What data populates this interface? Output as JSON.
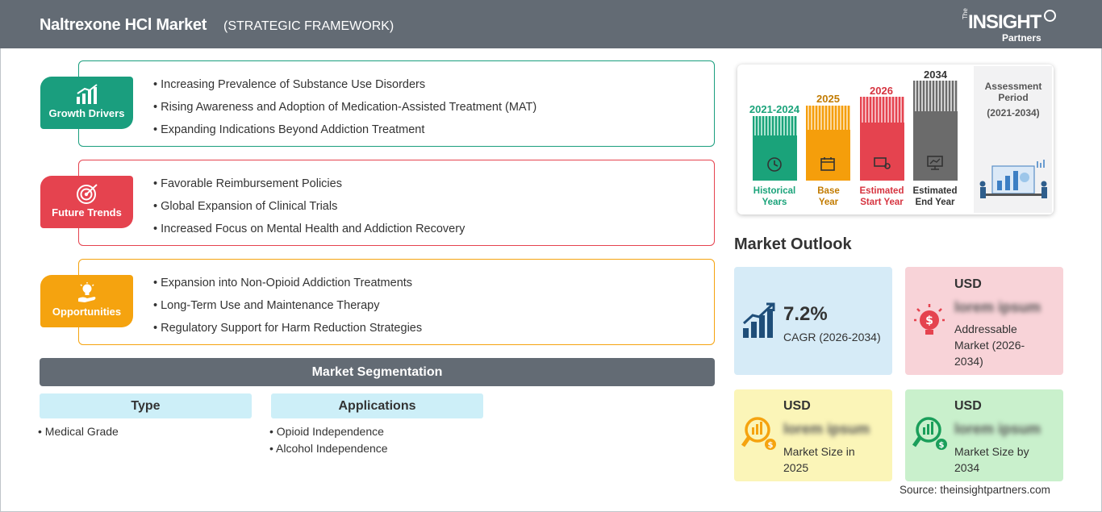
{
  "header": {
    "title": "Naltrexone HCl Market",
    "subtitle": "(STRATEGIC FRAMEWORK)",
    "logo_the": "The",
    "logo_main": "INSIGHT",
    "logo_partners": "Partners"
  },
  "drivers": [
    {
      "label": "Growth Drivers",
      "icon": "bar-growth-icon",
      "color": "#1a9e7e",
      "items": [
        "Increasing Prevalence of Substance Use Disorders",
        "Rising Awareness and Adoption of Medication-Assisted Treatment (MAT)",
        "Expanding Indications Beyond Addiction Treatment"
      ]
    },
    {
      "label": "Future Trends",
      "icon": "target-icon",
      "color": "#e5434f",
      "items": [
        "Favorable Reimbursement Policies",
        "Global Expansion of Clinical Trials",
        "Increased Focus on Mental Health and Addiction Recovery"
      ]
    },
    {
      "label": "Opportunities",
      "icon": "lightbulb-hand-icon",
      "color": "#f5a30f",
      "items": [
        "Expansion into Non-Opioid Addiction Treatments",
        "Long-Term Use and Maintenance Therapy",
        "Regulatory Support for Harm Reduction Strategies"
      ]
    }
  ],
  "segmentation": {
    "title": "Market Segmentation",
    "columns": [
      {
        "head": "Type",
        "items": [
          "Medical Grade"
        ]
      },
      {
        "head": "Applications",
        "items": [
          "Opioid Independence",
          "Alcohol Independence"
        ]
      }
    ]
  },
  "timeline": {
    "periods": [
      {
        "year": "2021-2024",
        "caption_1": "Historical",
        "caption_2": "Years",
        "color": "#1aa37a"
      },
      {
        "year": "2025",
        "caption_1": "Base",
        "caption_2": "Year",
        "color": "#f59e0b"
      },
      {
        "year": "2026",
        "caption_1": "Estimated",
        "caption_2": "Start Year",
        "color": "#e5434f"
      },
      {
        "year": "2034",
        "caption_1": "Estimated",
        "caption_2": "End Year",
        "color": "#6b6b6b"
      }
    ],
    "assessment_title": "Assessment Period",
    "assessment_period": "(2021-2034)"
  },
  "outlook": {
    "title": "Market Outlook",
    "cagr_value": "7.2%",
    "cagr_label": "CAGR (2026-2034)",
    "addressable": {
      "usd": "USD",
      "blurred": "lorem ipsum",
      "desc": "Addressable Market (2026-2034)"
    },
    "size_2025": {
      "usd": "USD",
      "blurred": "lorem ipsum",
      "desc": "Market Size in 2025"
    },
    "size_2034": {
      "usd": "USD",
      "blurred": "lorem ipsum",
      "desc": "Market Size by 2034"
    },
    "colors": {
      "cagr": "#d6ebf7",
      "addressable": "#f8d3d8",
      "size_2025": "#fbf5b8",
      "size_2034": "#c9f0cc"
    }
  },
  "source": "Source: theinsightpartners.com"
}
